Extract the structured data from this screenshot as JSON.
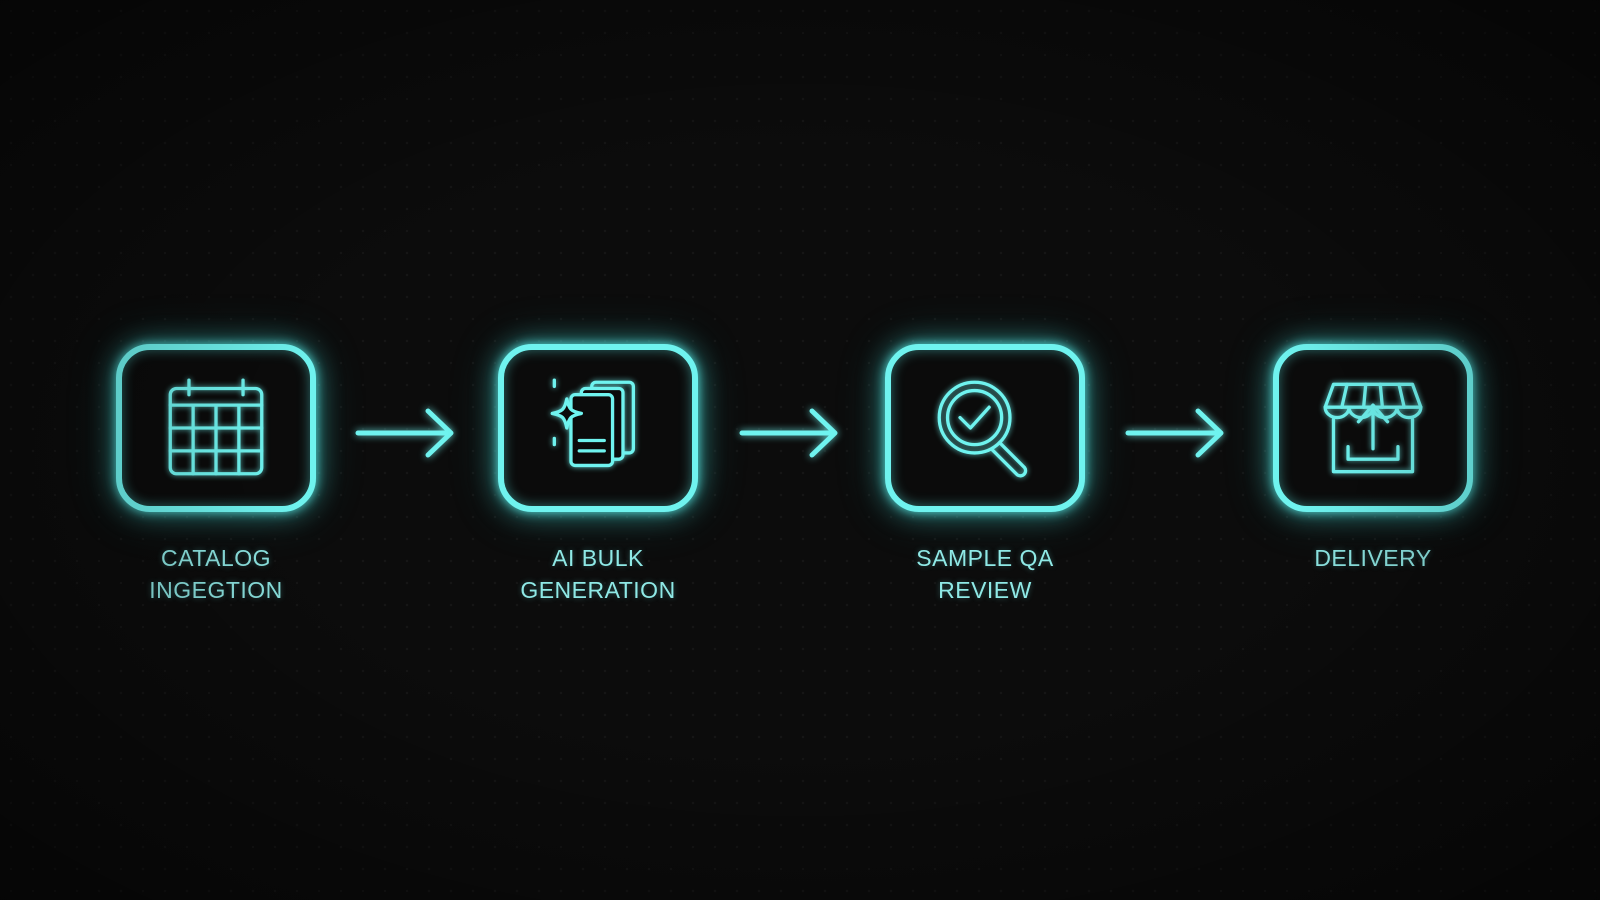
{
  "accent_color": "#6ff3ef",
  "background_color": "#0c0c0c",
  "steps": [
    {
      "icon": "calendar-grid-icon",
      "label_lines": [
        "CATALOG",
        "INGEGTION"
      ]
    },
    {
      "icon": "sparkle-documents-icon",
      "label_lines": [
        "AI BULK",
        "GENERATION"
      ]
    },
    {
      "icon": "magnifier-check-icon",
      "label_lines": [
        "SAMPLE QA REVIEW"
      ]
    },
    {
      "icon": "storefront-upload-icon",
      "label_lines": [
        "DELIVERY"
      ]
    }
  ],
  "connectors": [
    {
      "icon": "arrow-right-icon"
    },
    {
      "icon": "arrow-right-icon"
    },
    {
      "icon": "arrow-right-icon"
    }
  ]
}
